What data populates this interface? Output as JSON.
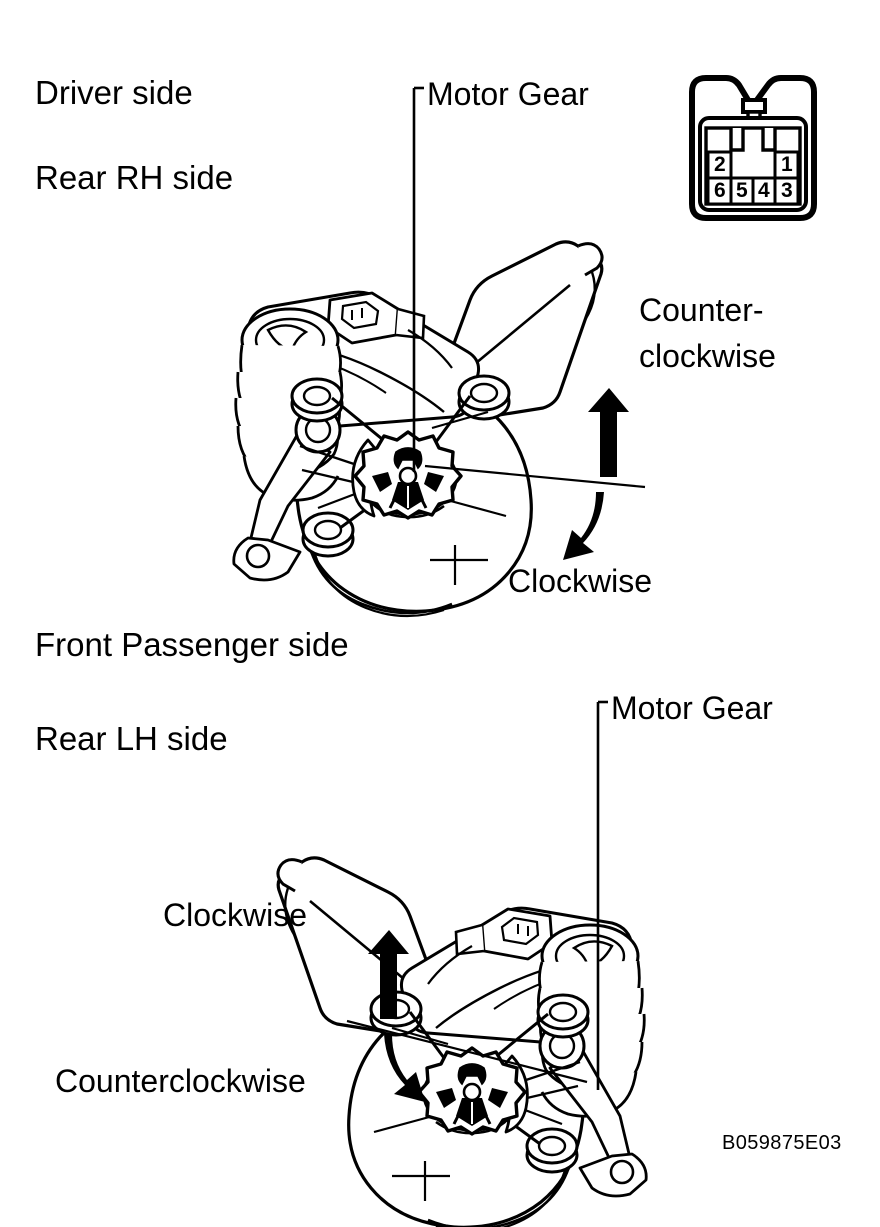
{
  "figure": {
    "id_code": "B059875E03",
    "type": "automotive-service-diagram",
    "subject": "Power window / door lock motor gear rotation direction",
    "line_color": "#000000",
    "background_color": "#ffffff"
  },
  "panels": [
    {
      "key": "top",
      "side_label_1": "Driver side",
      "side_label_2": "Rear RH side",
      "callout_label": "Motor Gear",
      "rotation_up_label": "Counter-",
      "rotation_up_label_line2": "clockwise",
      "rotation_down_label": "Clockwise"
    },
    {
      "key": "bottom",
      "side_label_1": "Front Passenger side",
      "side_label_2": "Rear LH side",
      "callout_label": "Motor Gear",
      "rotation_up_label": "Clockwise",
      "rotation_down_label": "Counterclockwise"
    }
  ],
  "connector": {
    "name": "6-pin connector face view",
    "top_row_pins": [
      "2",
      "1"
    ],
    "bottom_row_pins": [
      "6",
      "5",
      "4",
      "3"
    ]
  }
}
